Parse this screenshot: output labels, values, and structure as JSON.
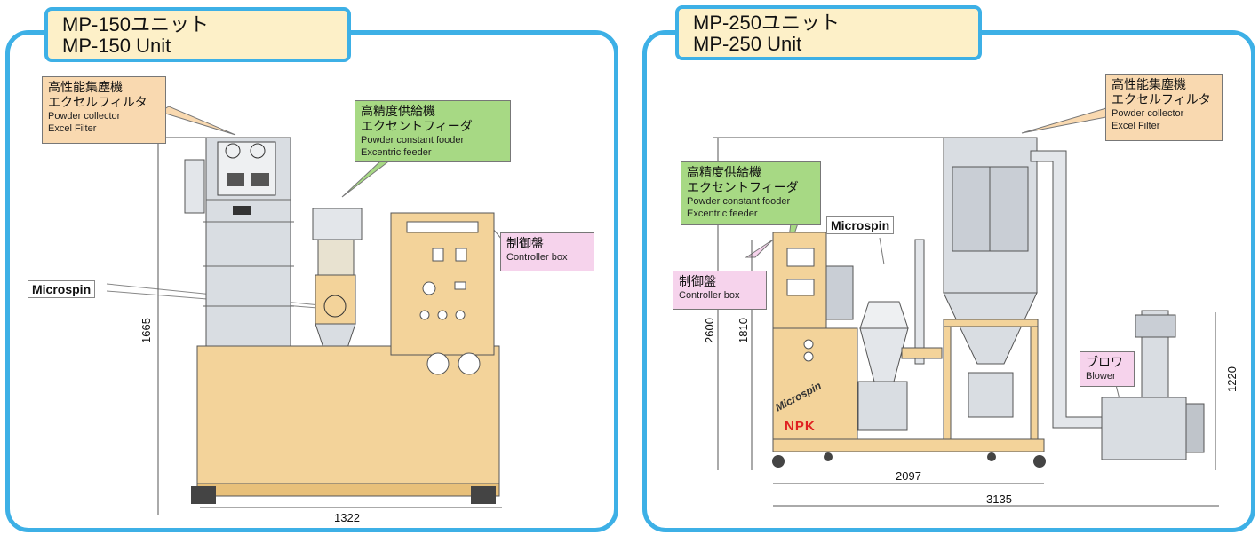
{
  "left": {
    "title_jp": "MP-150ユニット",
    "title_en": "MP-150 Unit",
    "collector": {
      "jp1": "高性能集塵機",
      "jp2": "エクセルフィルタ",
      "en1": "Powder collector",
      "en2": "Excel Filter"
    },
    "feeder": {
      "jp1": "高精度供給機",
      "jp2": "エクセントフィーダ",
      "en1": "Powder constant fooder",
      "en2": "Excentric feeder"
    },
    "controller": {
      "jp": "制御盤",
      "en": "Controller box"
    },
    "microspin": "Microspin",
    "dim_height": "1665",
    "dim_width": "1322"
  },
  "right": {
    "title_jp": "MP-250ユニット",
    "title_en": "MP-250 Unit",
    "collector": {
      "jp1": "高性能集塵機",
      "jp2": "エクセルフィルタ",
      "en1": "Powder collector",
      "en2": "Excel Filter"
    },
    "feeder": {
      "jp1": "高精度供給機",
      "jp2": "エクセントフィーダ",
      "en1": "Powder constant fooder",
      "en2": "Excentric feeder"
    },
    "controller": {
      "jp": "制御盤",
      "en": "Controller box"
    },
    "blower": {
      "jp": "ブロワ",
      "en": "Blower"
    },
    "microspin": "Microspin",
    "logo_text": "Microspin",
    "brand": "NPK",
    "dim_total_height": "2600",
    "dim_height": "1810",
    "dim_blower_height": "1220",
    "dim_width": "2097",
    "dim_total_width": "3135"
  },
  "colors": {
    "panel_border": "#3db0e6",
    "machine_body": "#f3d39a",
    "title_bg": "#fdf0c8"
  }
}
